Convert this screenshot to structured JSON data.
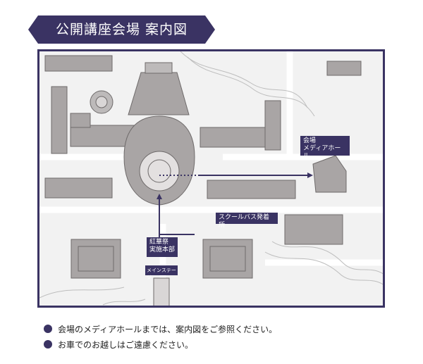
{
  "header": {
    "title": "公開講座会場 案内図"
  },
  "map": {
    "labels": {
      "venue_line1": "会場",
      "venue_line2": "メディアホール",
      "bus_stop": "スクールバス発着所",
      "hq_line1": "紅華祭",
      "hq_line2": "実施本部",
      "main_stage": "メインステージ"
    }
  },
  "notes": [
    "会場のメディアホールまでは、案内図をご参照ください。",
    "お車でのお越しはご遠慮ください。"
  ],
  "colors": {
    "accent": "#3a3363",
    "building": "#a9a5a5",
    "building_shadow": "#6e6a6a",
    "map_bg": "#f2f2f2"
  }
}
